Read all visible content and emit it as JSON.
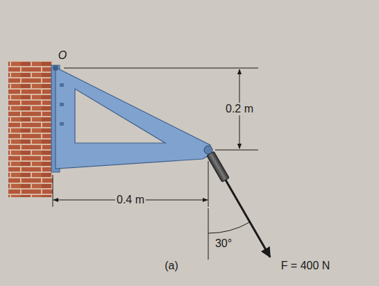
{
  "diagram": {
    "caption": "(a)",
    "labels": [
      "O",
      "0.2 m",
      "0.4 m",
      "30°",
      "F = 400 N"
    ]
  }
}
